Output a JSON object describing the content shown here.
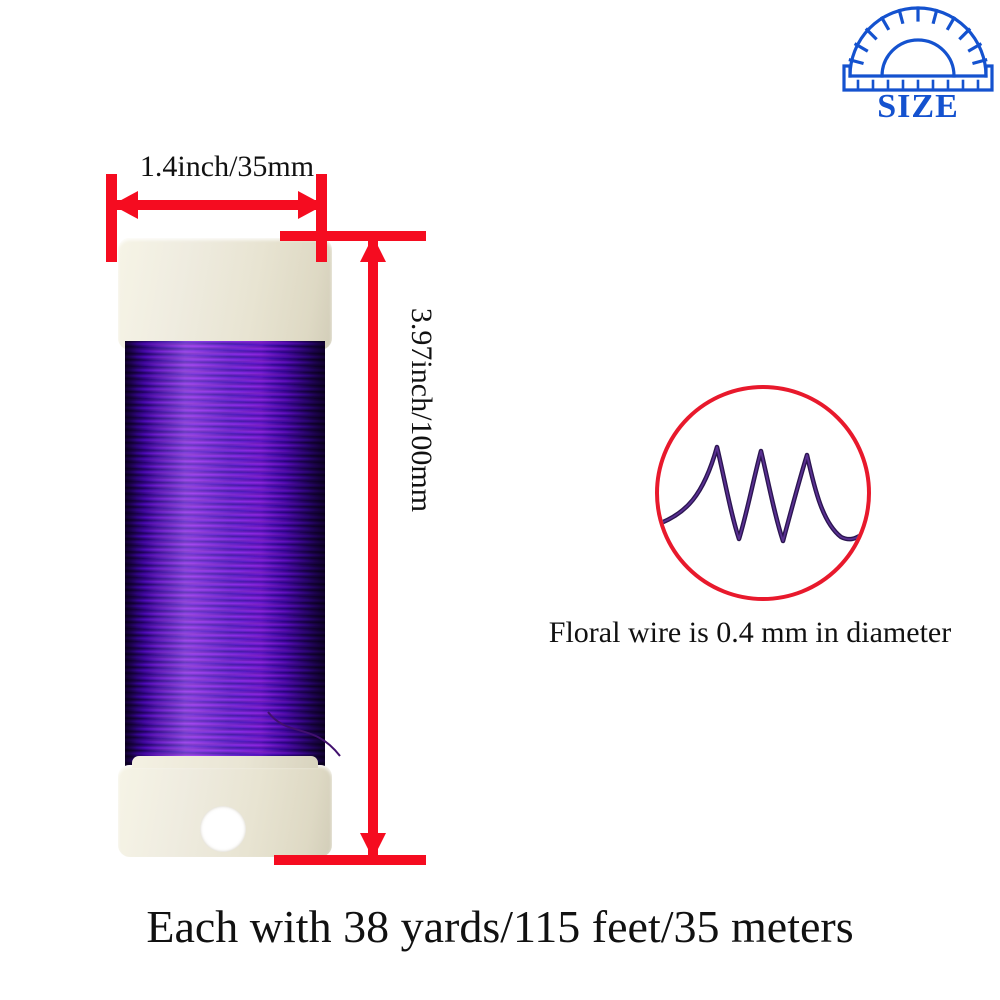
{
  "badge": {
    "icon": "protractor-ruler-icon",
    "label": "SIZE",
    "color": "#1452cf"
  },
  "product": {
    "spool_icon": "floral-wire-spool",
    "paddle_color": "#ece8d8",
    "wire_color": "#7a2dc0"
  },
  "dimensions": {
    "width_label": "1.4inch/35mm",
    "height_label": "3.97inch/100mm",
    "annotation_color": "#f50c20"
  },
  "detail": {
    "icon": "wire-zigzag-detail",
    "circle_color": "#e8192c",
    "caption": "Floral wire is 0.4 mm in diameter"
  },
  "footer": {
    "caption": "Each with 38 yards/115 feet/35 meters"
  }
}
